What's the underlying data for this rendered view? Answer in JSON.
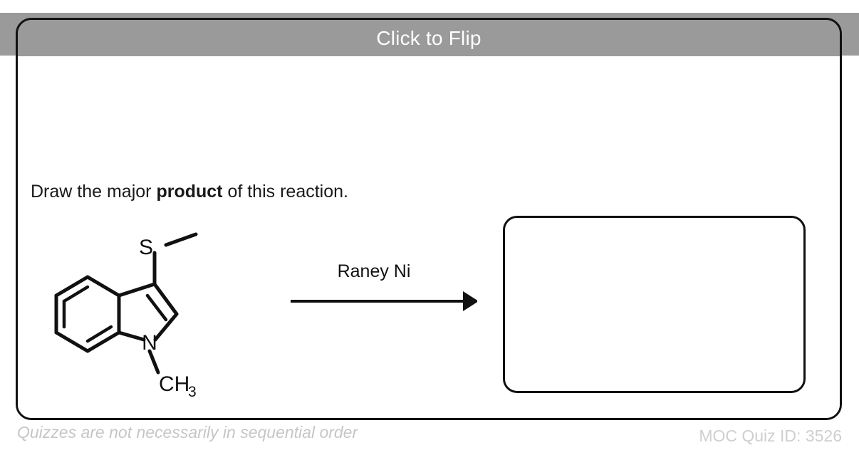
{
  "card": {
    "header_title": "Click to Flip",
    "header_bg": "#9a9a9a",
    "header_text_color": "#ffffff",
    "border_color": "#111111"
  },
  "question": {
    "text_before": "Draw the major ",
    "text_bold": "product",
    "text_after": " of this reaction."
  },
  "reaction": {
    "reagent_label": "Raney Ni",
    "arrow_icon": "reaction-arrow-icon",
    "starting_material": {
      "name": "1-methyl-3-(methylthio)indole",
      "atom_labels": [
        "S",
        "N",
        "CH",
        "3"
      ],
      "nitrogen_label": "N",
      "sulfur_label": "S",
      "methyl_label": "CH",
      "methyl_subscript": "3"
    },
    "answer_box_content": ""
  },
  "footer": {
    "note": "Quizzes are not necessarily in sequential order",
    "quiz_id_label": "MOC Quiz ID: 3526",
    "note_color": "#c6c6c6",
    "quiz_id_color": "#cfcfcf"
  }
}
